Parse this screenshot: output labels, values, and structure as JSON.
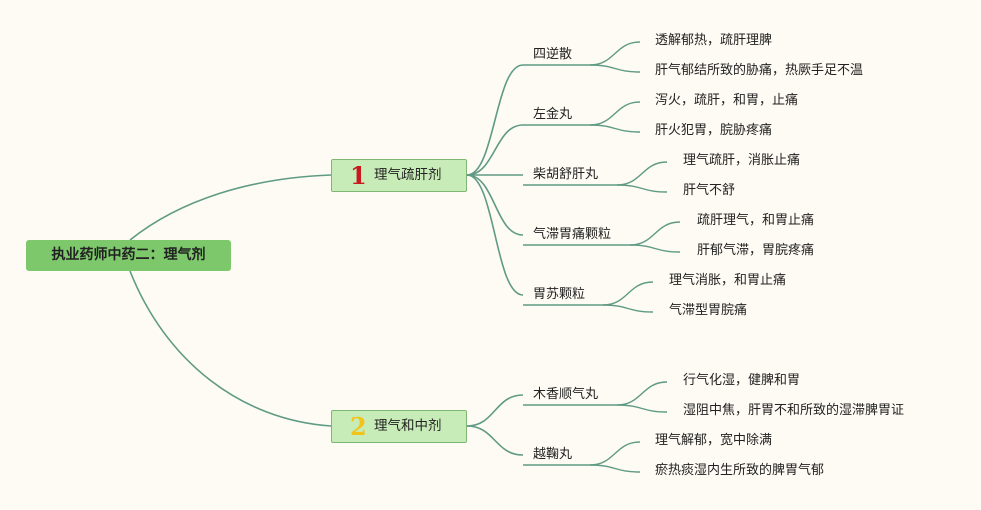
{
  "root": {
    "label": "执业药师中药二：理气剂"
  },
  "branches": [
    {
      "number": "1",
      "number_color": "#c8191e",
      "label": "理气疏肝剂",
      "items": [
        {
          "name": "四逆散",
          "details": [
            "透解郁热，疏肝理脾",
            "肝气郁结所致的胁痛，热厥手足不温"
          ]
        },
        {
          "name": "左金丸",
          "details": [
            "泻火，疏肝，和胃，止痛",
            "肝火犯胃，脘胁疼痛"
          ]
        },
        {
          "name": "柴胡舒肝丸",
          "details": [
            "理气疏肝，消胀止痛",
            "肝气不舒"
          ]
        },
        {
          "name": "气滞胃痛颗粒",
          "details": [
            "疏肝理气，和胃止痛",
            "肝郁气滞，胃脘疼痛"
          ]
        },
        {
          "name": "胃苏颗粒",
          "details": [
            "理气消胀，和胃止痛",
            "气滞型胃脘痛"
          ]
        }
      ]
    },
    {
      "number": "2",
      "number_color": "#f2c31a",
      "label": "理气和中剂",
      "items": [
        {
          "name": "木香顺气丸",
          "details": [
            "行气化湿，健脾和胃",
            "湿阻中焦，肝胃不和所致的湿滞脾胃证"
          ]
        },
        {
          "name": "越鞠丸",
          "details": [
            "理气解郁，宽中除满",
            "瘀热痰湿内生所致的脾胃气郁"
          ]
        }
      ]
    }
  ],
  "colors": {
    "connector": "#5f9a85",
    "root_fill": "#7cc86a",
    "branch_fill": "#c8ecb8",
    "background": "#fdfbf3"
  }
}
